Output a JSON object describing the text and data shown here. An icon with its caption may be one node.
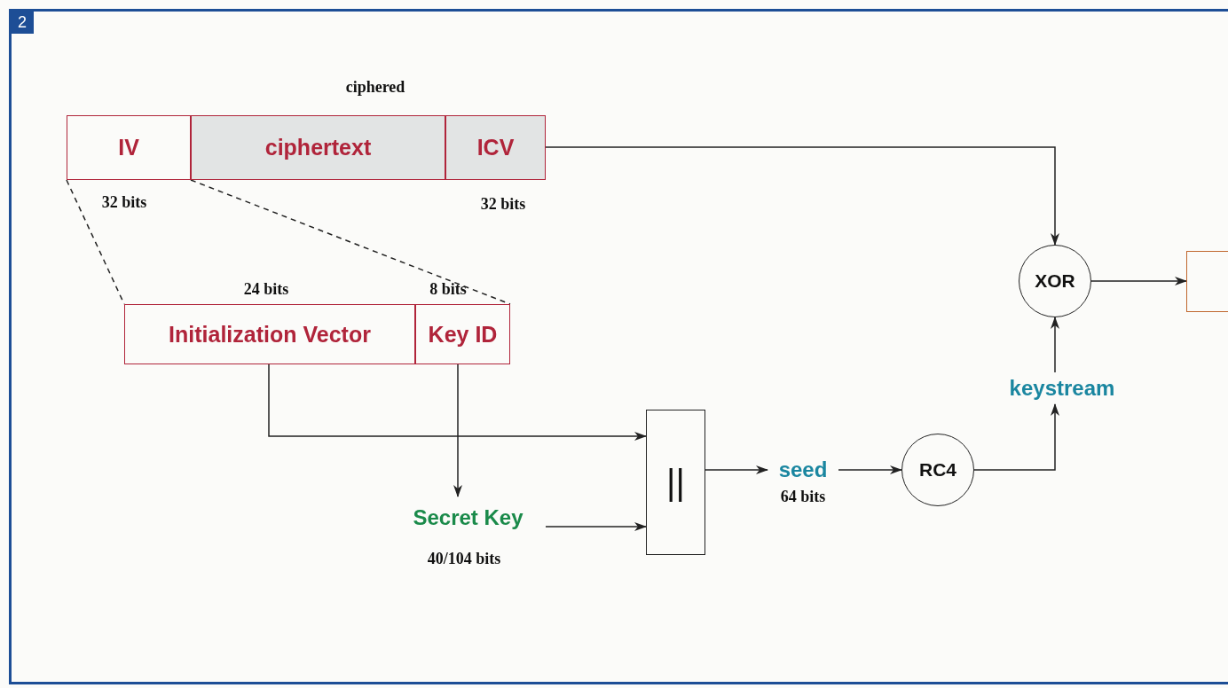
{
  "diagram": {
    "nodes": [
      {
        "text": [
          "IV"
        ],
        "beside": [
          "32 bits"
        ]
      },
      {
        "text": [
          "ciphertext"
        ],
        "beside": [
          "ciphered"
        ]
      },
      {
        "text": [
          "ICV"
        ],
        "beside": [
          "32 bits"
        ]
      },
      {
        "text": [
          "Initialization Vector"
        ],
        "beside": [
          "24 bits"
        ]
      },
      {
        "text": [
          "Key ID"
        ],
        "beside": [
          "8 bits"
        ]
      },
      {
        "text": [
          "Secret Key"
        ],
        "beside": [
          "40/104 bits"
        ]
      },
      {
        "text": [
          "||"
        ]
      },
      {
        "text": [
          "seed"
        ],
        "beside": [
          "64 bits"
        ]
      },
      {
        "text": [
          "RC4"
        ]
      },
      {
        "text": [
          "keystream"
        ]
      },
      {
        "text": [
          "XOR"
        ]
      },
      {
        "text": [],
        "shape": "box"
      }
    ],
    "edges": [
      {
        "from": 2,
        "to": 10,
        "arrow": "to"
      },
      {
        "from": 3,
        "to": 6,
        "arrow": "to"
      },
      {
        "from": 4,
        "to": 5,
        "arrow": "to"
      },
      {
        "from": 5,
        "to": 6,
        "arrow": "to"
      },
      {
        "from": 6,
        "to": 7,
        "arrow": "to"
      },
      {
        "from": 7,
        "to": 8,
        "arrow": "to"
      },
      {
        "from": 8,
        "to": 9,
        "arrow": "to"
      },
      {
        "from": 9,
        "to": 10,
        "arrow": "to"
      },
      {
        "from": 10,
        "to": 11,
        "arrow": "to"
      },
      {
        "from": 0,
        "to": 3,
        "arrow": "none",
        "style": "dashed"
      },
      {
        "from": 0,
        "to": 4,
        "arrow": "none",
        "style": "dashed"
      }
    ],
    "labels": [
      "2"
    ]
  }
}
